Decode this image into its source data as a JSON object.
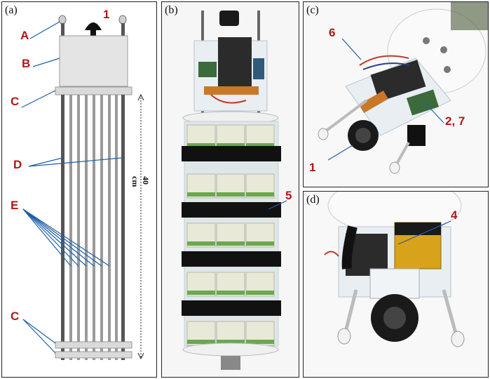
{
  "panels": {
    "a": {
      "tag": "(a)",
      "callouts": {
        "A": "A",
        "B": "B",
        "C_top": "C",
        "D": "D",
        "E": "E",
        "C_bottom": "C",
        "one": "1"
      },
      "dimension": "40 cm"
    },
    "b": {
      "tag": "(b)",
      "callouts": {
        "five": "5"
      }
    },
    "c": {
      "tag": "(c)",
      "callouts": {
        "six": "6",
        "two_seven": "2, 7",
        "one": "1"
      }
    },
    "d": {
      "tag": "(d)",
      "callouts": {
        "four": "4"
      }
    }
  },
  "colors": {
    "callout_red": "#b01818",
    "leader_blue": "#1f5fa8",
    "battery_black": "#111111",
    "battery_label": "#e9e9d8",
    "battery_green": "#6aa84f",
    "rod": "#4a4a4a",
    "pcb": "#2b2b2b",
    "cable_orange": "#c9782a",
    "nine_volt": "#d9a21b"
  },
  "icons": [
    "dome-camera-icon",
    "arrow-leader-icon"
  ]
}
